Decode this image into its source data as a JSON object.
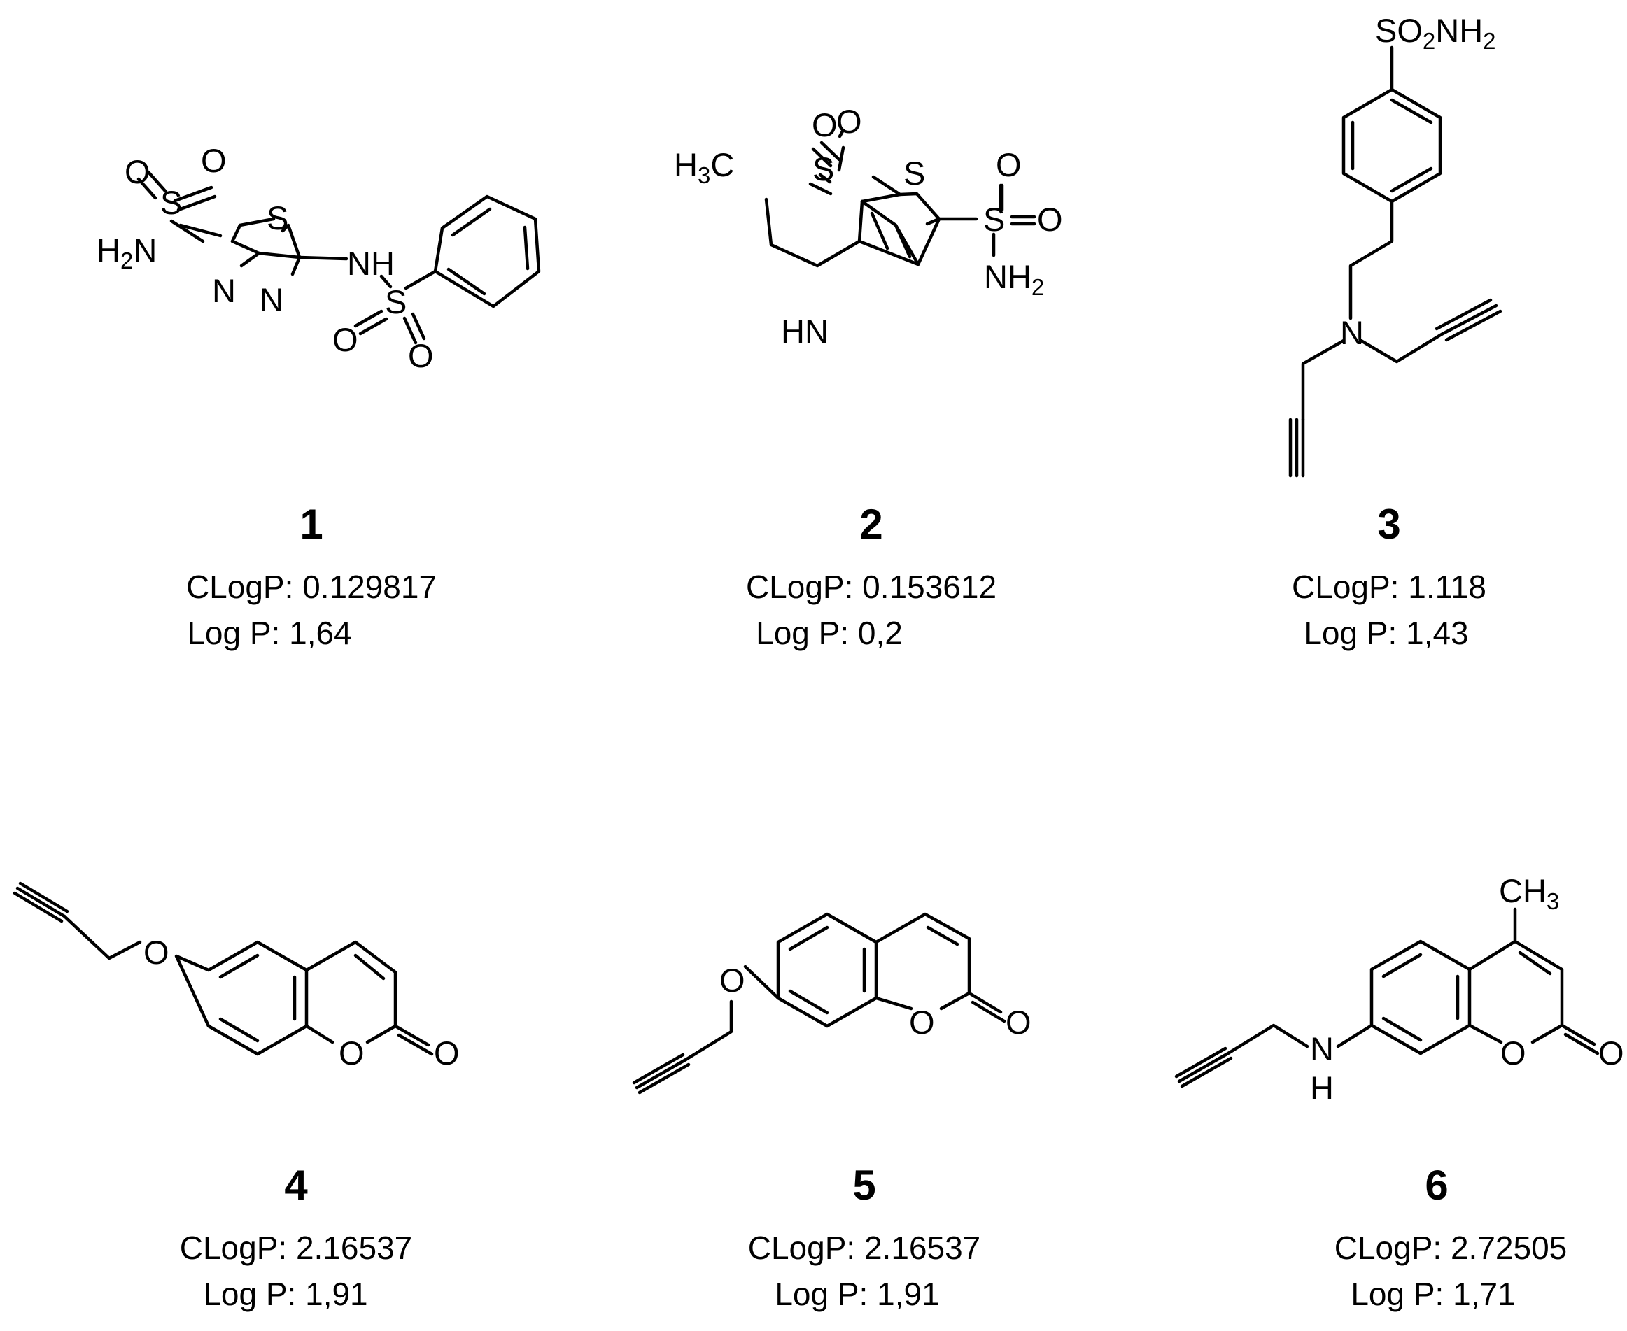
{
  "compounds": [
    {
      "id": "1",
      "clogp": "CLogP: 0.129817",
      "logp": "Log P: 1,64"
    },
    {
      "id": "2",
      "clogp": "CLogP: 0.153612",
      "logp": "Log P: 0,2"
    },
    {
      "id": "3",
      "clogp": "CLogP: 1.118",
      "logp": "Log P: 1,43"
    },
    {
      "id": "4",
      "clogp": "CLogP: 2.16537",
      "logp": "Log P: 1,91"
    },
    {
      "id": "5",
      "clogp": "CLogP: 2.16537",
      "logp": "Log P: 1,91"
    },
    {
      "id": "6",
      "clogp": "CLogP: 2.72505",
      "logp": "Log P: 1,71"
    }
  ],
  "atom_labels": {
    "m1": {
      "o_a": "O",
      "o_b": "O",
      "s_a": "S",
      "h2n": "H",
      "h2n_sub": "2",
      "h2n_n": "N",
      "s_ring": "S",
      "n_a": "N",
      "n_b": "N",
      "nh": "NH",
      "s_b": "S",
      "o_c": "O",
      "o_d": "O"
    },
    "m2": {
      "o_a": "O",
      "o_b": "O",
      "s_ring1": "S",
      "s_ring2": "S",
      "h3c": "H",
      "h3c_sub": "3",
      "h3c_c": "C",
      "s_b": "S",
      "o_c": "O",
      "o_d": "O",
      "nh2": "NH",
      "nh2_sub": "2",
      "hn": "HN"
    },
    "m3": {
      "so2nh2_a": "SO",
      "so2nh2_sub1": "2",
      "so2nh2_b": "NH",
      "so2nh2_sub2": "2",
      "n": "N"
    },
    "m4": {
      "o_ether": "O",
      "o_ring": "O",
      "o_carbonyl": "O"
    },
    "m5": {
      "o_ether": "O",
      "o_ring": "O",
      "o_carbonyl": "O"
    },
    "m6": {
      "ch3": "CH",
      "ch3_sub": "3",
      "n": "N",
      "h": "H",
      "o_ring": "O",
      "o_carbonyl": "O"
    }
  }
}
